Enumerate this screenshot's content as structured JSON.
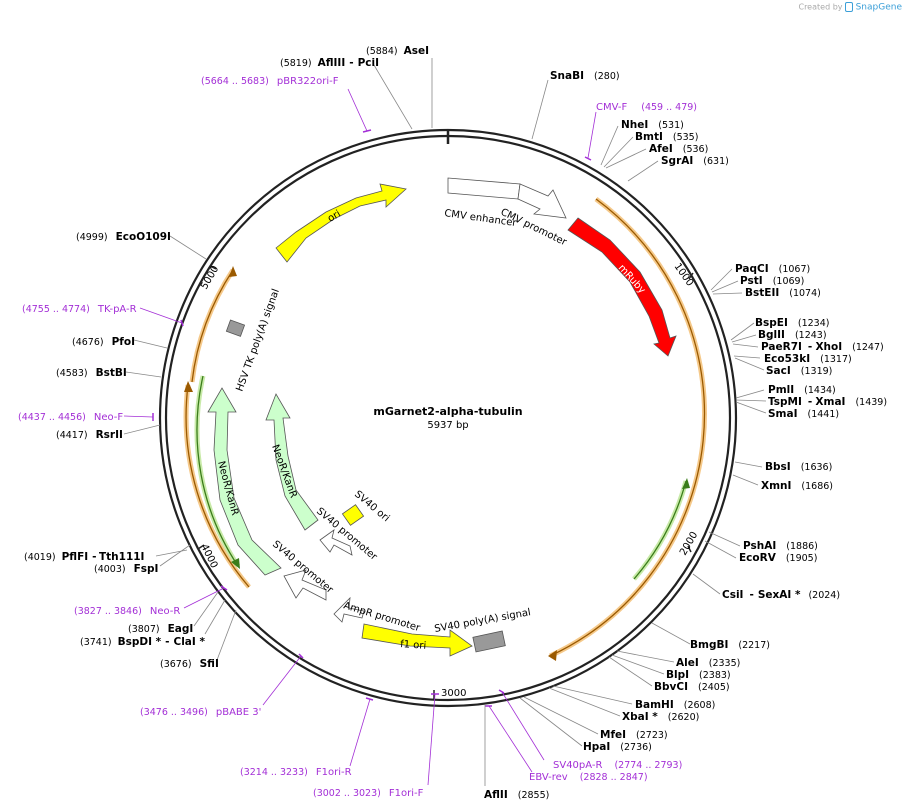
{
  "watermark": {
    "text": "Created by",
    "brand": "SnapGene"
  },
  "plasmid": {
    "name": "mGarnet2-alpha-tubulin",
    "length_label": "5937 bp",
    "length": 5937
  },
  "ticks": [
    "1000",
    "2000",
    "3000",
    "4000",
    "5000"
  ],
  "enzymes": [
    {
      "name": "AseI",
      "pos": "(5884)"
    },
    {
      "name": "AflIII",
      "pos": "(5819)",
      "name2": "PciI"
    },
    {
      "name": "SnaBI",
      "pos": "(280)"
    },
    {
      "name": "NheI",
      "pos": "(531)"
    },
    {
      "name": "BmtI",
      "pos": "(535)"
    },
    {
      "name": "AfeI",
      "pos": "(536)"
    },
    {
      "name": "SgrAI",
      "pos": "(631)"
    },
    {
      "name": "PaqCI",
      "pos": "(1067)"
    },
    {
      "name": "PstI",
      "pos": "(1069)"
    },
    {
      "name": "BstEII",
      "pos": "(1074)"
    },
    {
      "name": "BspEI",
      "pos": "(1234)"
    },
    {
      "name": "BglII",
      "pos": "(1243)"
    },
    {
      "name": "PaeR7I",
      "pos": "(1247)",
      "name2": "XhoI"
    },
    {
      "name": "Eco53kI",
      "pos": "(1317)"
    },
    {
      "name": "SacI",
      "pos": "(1319)"
    },
    {
      "name": "PmlI",
      "pos": "(1434)"
    },
    {
      "name": "TspMI",
      "pos": "(1439)",
      "name2": "XmaI"
    },
    {
      "name": "SmaI",
      "pos": "(1441)"
    },
    {
      "name": "BbsI",
      "pos": "(1636)"
    },
    {
      "name": "XmnI",
      "pos": "(1686)"
    },
    {
      "name": "PshAI",
      "pos": "(1886)"
    },
    {
      "name": "EcoRV",
      "pos": "(1905)"
    },
    {
      "name": "CsiI",
      "pos": "(2024)",
      "name2": "SexAI *"
    },
    {
      "name": "BmgBI",
      "pos": "(2217)"
    },
    {
      "name": "AleI",
      "pos": "(2335)"
    },
    {
      "name": "BlpI",
      "pos": "(2383)"
    },
    {
      "name": "BbvCI",
      "pos": "(2405)"
    },
    {
      "name": "BamHI",
      "pos": "(2608)"
    },
    {
      "name": "XbaI *",
      "pos": "(2620)"
    },
    {
      "name": "MfeI",
      "pos": "(2723)"
    },
    {
      "name": "HpaI",
      "pos": "(2736)"
    },
    {
      "name": "AflII",
      "pos": "(2855)"
    },
    {
      "name": "SfiI",
      "pos": "(3676)"
    },
    {
      "name": "BspDI *",
      "pos": "(3741)",
      "name2": "ClaI *"
    },
    {
      "name": "EagI",
      "pos": "(3807)"
    },
    {
      "name": "FspI",
      "pos": "(4003)"
    },
    {
      "name": "PflFI",
      "pos": "(4019)",
      "name2": "Tth111I"
    },
    {
      "name": "RsrII",
      "pos": "(4417)"
    },
    {
      "name": "BstBI",
      "pos": "(4583)"
    },
    {
      "name": "PfoI",
      "pos": "(4676)"
    },
    {
      "name": "EcoO109I",
      "pos": "(4999)"
    }
  ],
  "primers": [
    {
      "name": "pBR322ori-F",
      "range": "(5664 .. 5683)"
    },
    {
      "name": "CMV-F",
      "range": "(459 .. 479)"
    },
    {
      "name": "TK-pA-R",
      "range": "(4755 .. 4774)"
    },
    {
      "name": "Neo-F",
      "range": "(4437 .. 4456)"
    },
    {
      "name": "Neo-R",
      "range": "(3827 .. 3846)"
    },
    {
      "name": "pBABE 3'",
      "range": "(3476 .. 3496)"
    },
    {
      "name": "F1ori-R",
      "range": "(3214 .. 3233)"
    },
    {
      "name": "F1ori-F",
      "range": "(3002 .. 3023)"
    },
    {
      "name": "SV40pA-R",
      "range": "(2774 .. 2793)"
    },
    {
      "name": "EBV-rev",
      "range": "(2828 .. 2847)"
    }
  ],
  "features": [
    {
      "name": "ori",
      "color": "#ffff00"
    },
    {
      "name": "CMV enhancer",
      "color": "#ffffff"
    },
    {
      "name": "CMV promoter",
      "color": "#ffffff"
    },
    {
      "name": "mRuby",
      "color": "#ff0000"
    },
    {
      "name": "HSV TK poly(A) signal",
      "color": "#999999"
    },
    {
      "name": "NeoR/KanR",
      "color": "#ccffcc"
    },
    {
      "name": "NeoR/KanR",
      "color": "#ccffcc"
    },
    {
      "name": "SV40 ori",
      "color": "#ffff00"
    },
    {
      "name": "SV40 promoter",
      "color": "#ffffff"
    },
    {
      "name": "SV40 promoter",
      "color": "#ffffff"
    },
    {
      "name": "AmpR promoter",
      "color": "#ffffff"
    },
    {
      "name": "f1 ori",
      "color": "#ffff00"
    },
    {
      "name": "SV40 poly(A) signal",
      "color": "#999999"
    }
  ],
  "colors": {
    "primer": "#a32fd6",
    "orf": "#f5a623",
    "orf_inner": "#5ba829",
    "backbone": "#222222"
  }
}
